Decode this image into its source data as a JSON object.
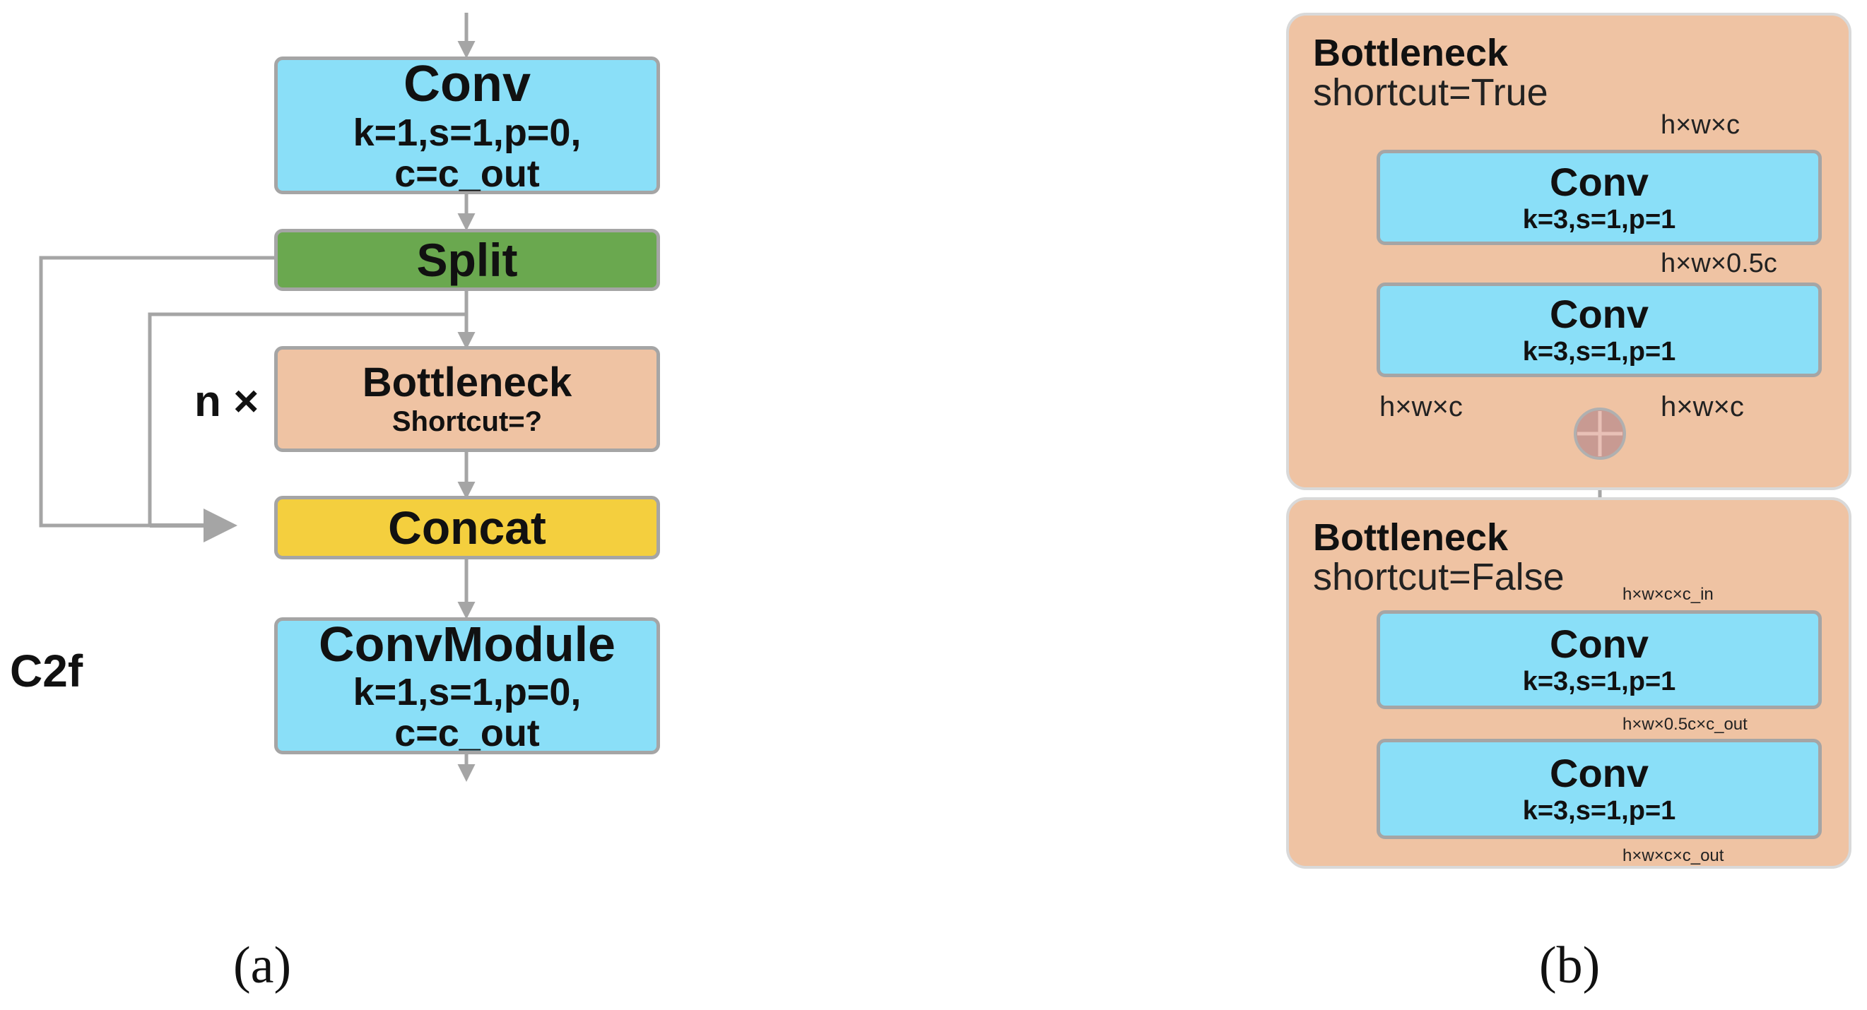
{
  "panel_a": {
    "conv_top": {
      "title": "Conv",
      "line1": "k=1,s=1,p=0,",
      "line2": "c=c_out"
    },
    "split": {
      "title": "Split"
    },
    "repeat_label": "n ×",
    "bottleneck": {
      "title": "Bottleneck",
      "line1": "Shortcut=?"
    },
    "concat": {
      "title": "Concat"
    },
    "conv_module": {
      "title": "ConvModule",
      "line1": "k=1,s=1,p=0,",
      "line2": "c=c_out"
    },
    "module_label": "C2f",
    "caption": "(a)"
  },
  "panel_b": {
    "shortcut_true": {
      "title": "Bottleneck",
      "subtitle": "shortcut=True",
      "input_dim": "h×w×c",
      "conv1": {
        "title": "Conv",
        "params": "k=3,s=1,p=1"
      },
      "mid_dim": "h×w×0.5c",
      "conv2": {
        "title": "Conv",
        "params": "k=3,s=1,p=1"
      },
      "skip_dim": "h×w×c",
      "out_dim": "h×w×c"
    },
    "shortcut_false": {
      "title": "Bottleneck",
      "subtitle": "shortcut=False",
      "input_dim": "h×w×c×c_in",
      "conv1": {
        "title": "Conv",
        "params": "k=3,s=1,p=1"
      },
      "mid_dim": "h×w×0.5c×c_out",
      "conv2": {
        "title": "Conv",
        "params": "k=3,s=1,p=1"
      },
      "out_dim": "h×w×c×c_out"
    },
    "caption": "(b)"
  },
  "colors": {
    "conv": "#8adff8",
    "split": "#6aa84f",
    "bottleneck": "#efc3a3",
    "concat": "#f4cf3e",
    "arrow": "#a5a5a5",
    "add_node": "#c89a92"
  }
}
